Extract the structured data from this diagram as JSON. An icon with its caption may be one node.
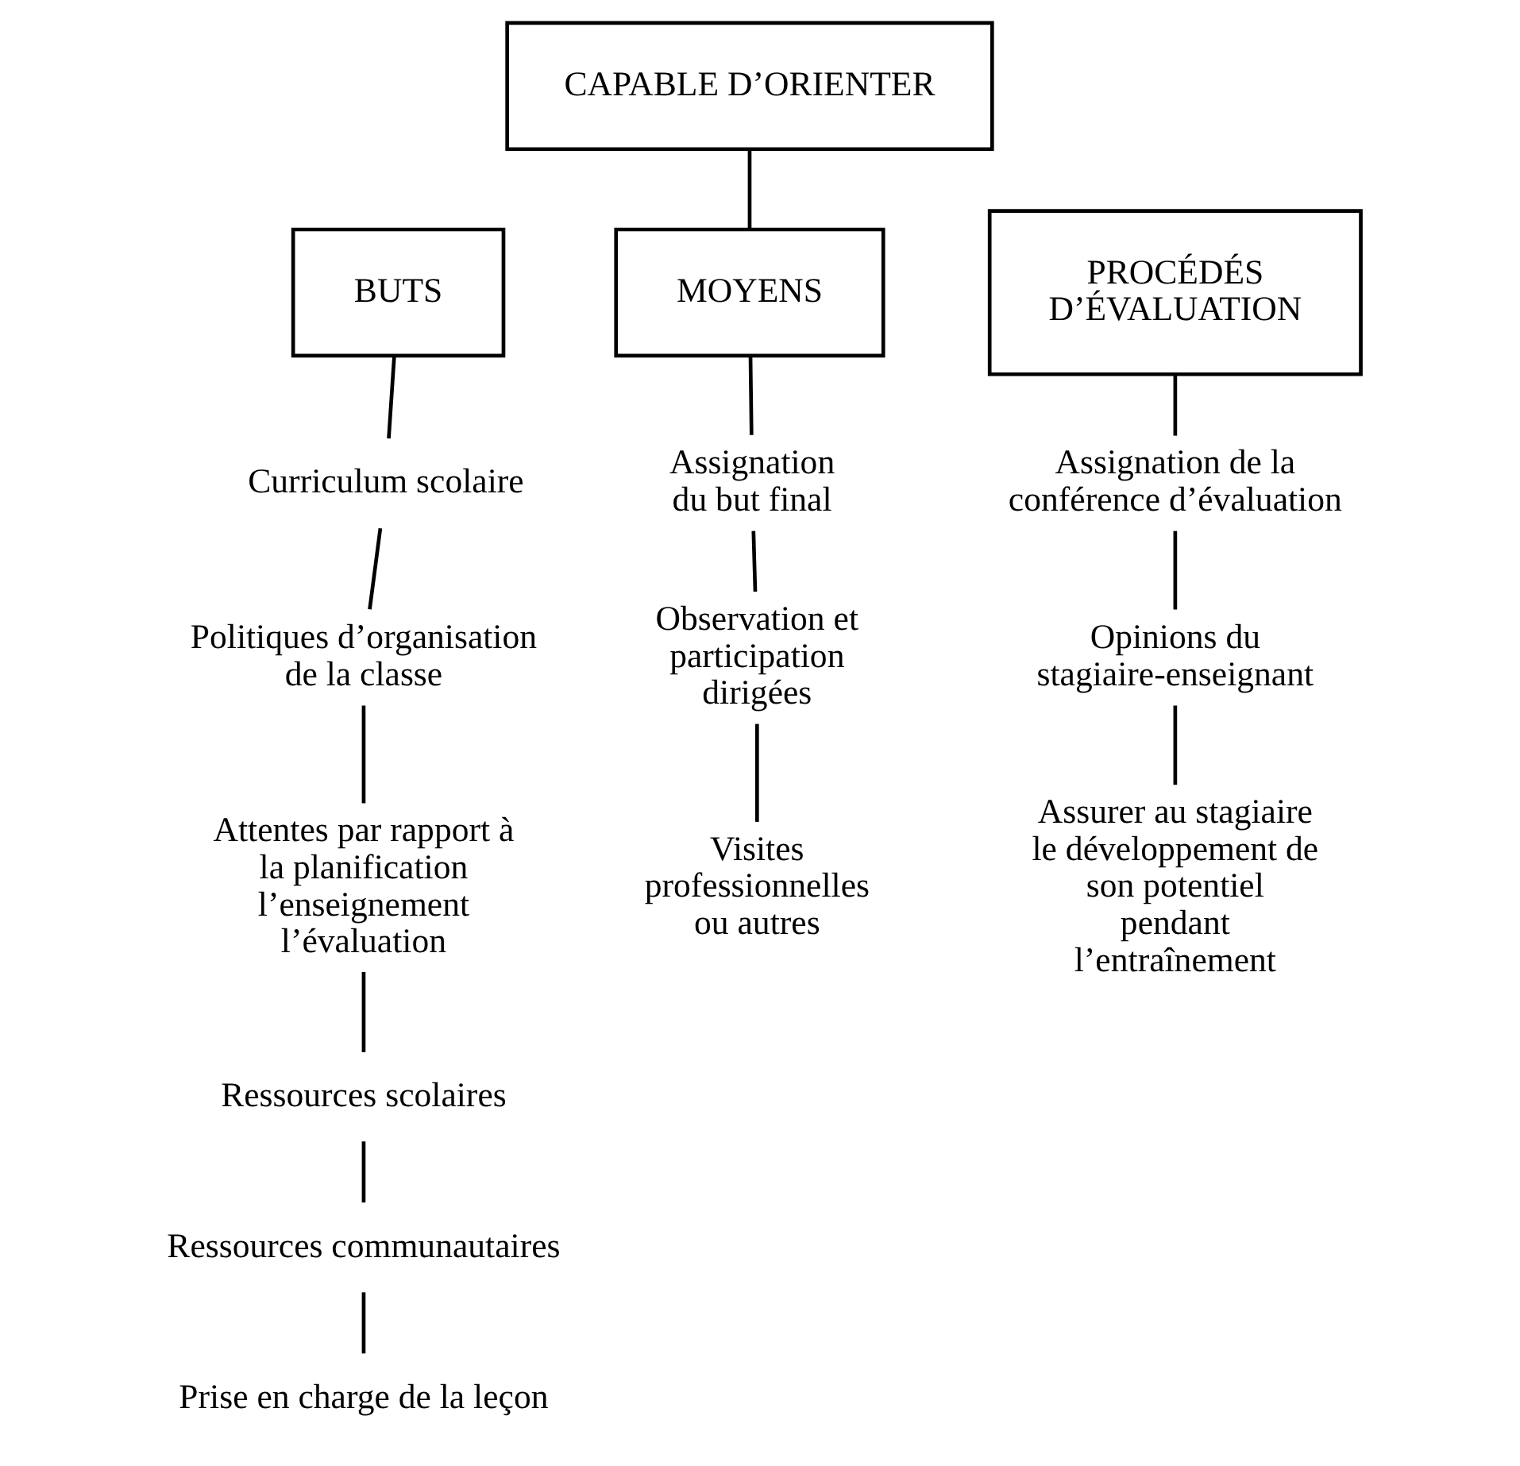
{
  "diagram": {
    "nodes": [
      {
        "text": [
          "CAPABLE D’ORIENTER"
        ]
      },
      {
        "text": [
          "BUTS"
        ]
      },
      {
        "text": [
          "MOYENS"
        ]
      },
      {
        "text": [
          "PROCÉDÉS D’ÉVALUATION"
        ]
      },
      {
        "text": [
          "Curriculum scolaire"
        ]
      },
      {
        "text": [
          "Politiques d’organisation de la classe"
        ]
      },
      {
        "text": [
          "Attentes par rapport à la planification l’enseignement l’évaluation"
        ]
      },
      {
        "text": [
          "Ressources scolaires"
        ]
      },
      {
        "text": [
          "Ressources communautaires"
        ]
      },
      {
        "text": [
          "Prise en charge de la leçon"
        ]
      },
      {
        "text": [
          "Assignation du but final"
        ]
      },
      {
        "text": [
          "Observation et participation dirigées"
        ]
      },
      {
        "text": [
          "Visites professionnelles ou autres"
        ]
      },
      {
        "text": [
          "Assignation de la conférence d’évaluation"
        ]
      },
      {
        "text": [
          "Opinions du stagiaire-enseignant"
        ]
      },
      {
        "text": [
          "Assurer au stagiaire le développement de son potentiel pendant l’entraînement"
        ]
      }
    ],
    "edges": [
      {
        "from": 0,
        "to": 2,
        "arrow": "none"
      },
      {
        "from": 1,
        "to": 4,
        "arrow": "none"
      },
      {
        "from": 4,
        "to": 5,
        "arrow": "none"
      },
      {
        "from": 5,
        "to": 6,
        "arrow": "none"
      },
      {
        "from": 6,
        "to": 7,
        "arrow": "none"
      },
      {
        "from": 7,
        "to": 8,
        "arrow": "none"
      },
      {
        "from": 8,
        "to": 9,
        "arrow": "none"
      },
      {
        "from": 2,
        "to": 10,
        "arrow": "none"
      },
      {
        "from": 10,
        "to": 11,
        "arrow": "none"
      },
      {
        "from": 11,
        "to": 12,
        "arrow": "none"
      },
      {
        "from": 3,
        "to": 13,
        "arrow": "none"
      },
      {
        "from": 13,
        "to": 14,
        "arrow": "none"
      },
      {
        "from": 14,
        "to": 15,
        "arrow": "none"
      }
    ]
  }
}
